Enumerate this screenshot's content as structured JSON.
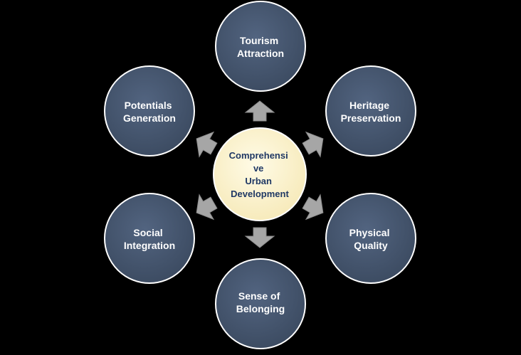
{
  "center": {
    "lines": [
      "Comprehensi",
      "ve",
      "Urban",
      "Development"
    ]
  },
  "nodes": [
    {
      "lines": [
        "Tourism",
        "Attraction"
      ]
    },
    {
      "lines": [
        "Heritage",
        "Preservation"
      ]
    },
    {
      "lines": [
        "Physical",
        "Quality"
      ]
    },
    {
      "lines": [
        "Sense of",
        "Belonging"
      ]
    },
    {
      "lines": [
        "Social",
        "Integration"
      ]
    },
    {
      "lines": [
        "Potentials",
        "Generation"
      ]
    }
  ],
  "colors": {
    "background": "#000000",
    "node_fill": "#44546a",
    "node_stroke": "#ffffff",
    "node_text": "#ffffff",
    "center_fill": "#fdf5d2",
    "center_text": "#1f3864",
    "arrow_fill": "#a6a6a6"
  }
}
